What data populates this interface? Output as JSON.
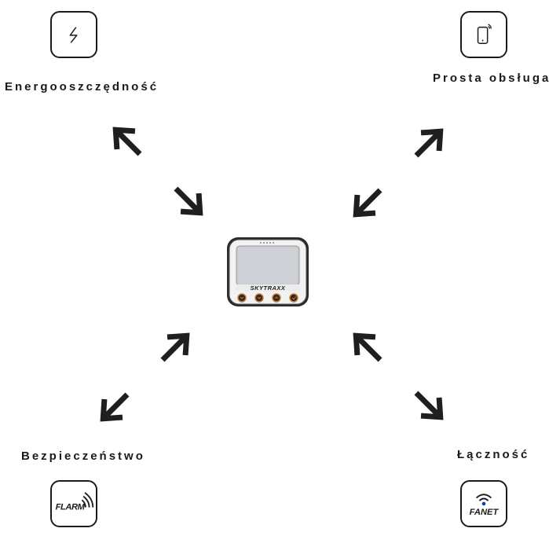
{
  "features": {
    "energy": {
      "label": "Energooszczędność",
      "icon": "lightning-icon"
    },
    "ease": {
      "label": "Prosta obsługa",
      "icon": "smartphone-icon"
    },
    "safety": {
      "label": "Bezpieczeństwo",
      "icon": "flarm-logo-icon",
      "logo_text": "FLARM"
    },
    "connect": {
      "label": "Łączność",
      "icon": "fanet-logo-icon",
      "logo_text": "FANET"
    }
  },
  "device": {
    "brand": "SKYTRAXX"
  },
  "colors": {
    "arrow": "#1f1f1f",
    "ink": "#1a1a1a",
    "device_screen": "#c9cbcf",
    "device_button": "#d07a2a"
  }
}
